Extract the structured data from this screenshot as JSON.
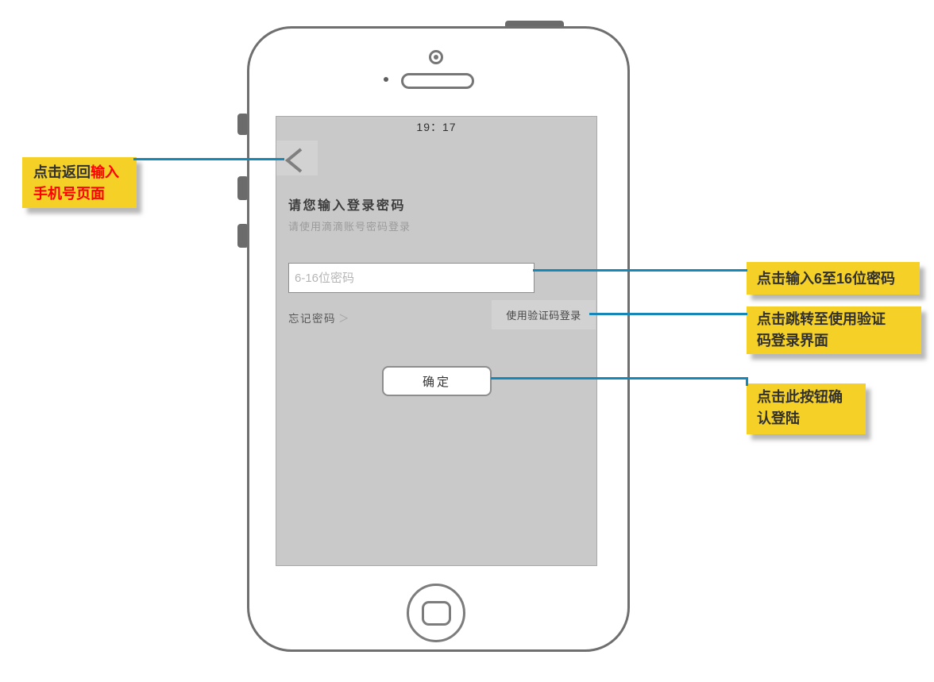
{
  "notes": {
    "back": {
      "black": "点击返回",
      "red_inline": "输入",
      "red_line2": "手机号页面"
    },
    "password": {
      "line1": "点击输入6至16位密码"
    },
    "code": {
      "line1": "点击跳转至使用验证",
      "line2": "码登录界面"
    },
    "confirm": {
      "line1": "点击此按钮确",
      "line2": "认登陆"
    }
  },
  "phone": {
    "time": "19：17",
    "title": "请您输入登录密码",
    "subtitle": "请使用滴滴账号密码登录",
    "input_placeholder": "6-16位密码",
    "input_value": "",
    "forgot": "忘记密码",
    "forgot_arrow": "＞",
    "code_login": "使用验证码登录",
    "confirm_label": "确定"
  },
  "colors": {
    "note_bg": "#f5d127",
    "note_text": "#303030",
    "note_red": "#ff0000",
    "callout_line": "#1787b8",
    "screen_bg": "#c9c9c9",
    "phone_outline": "#6f6f6f"
  }
}
